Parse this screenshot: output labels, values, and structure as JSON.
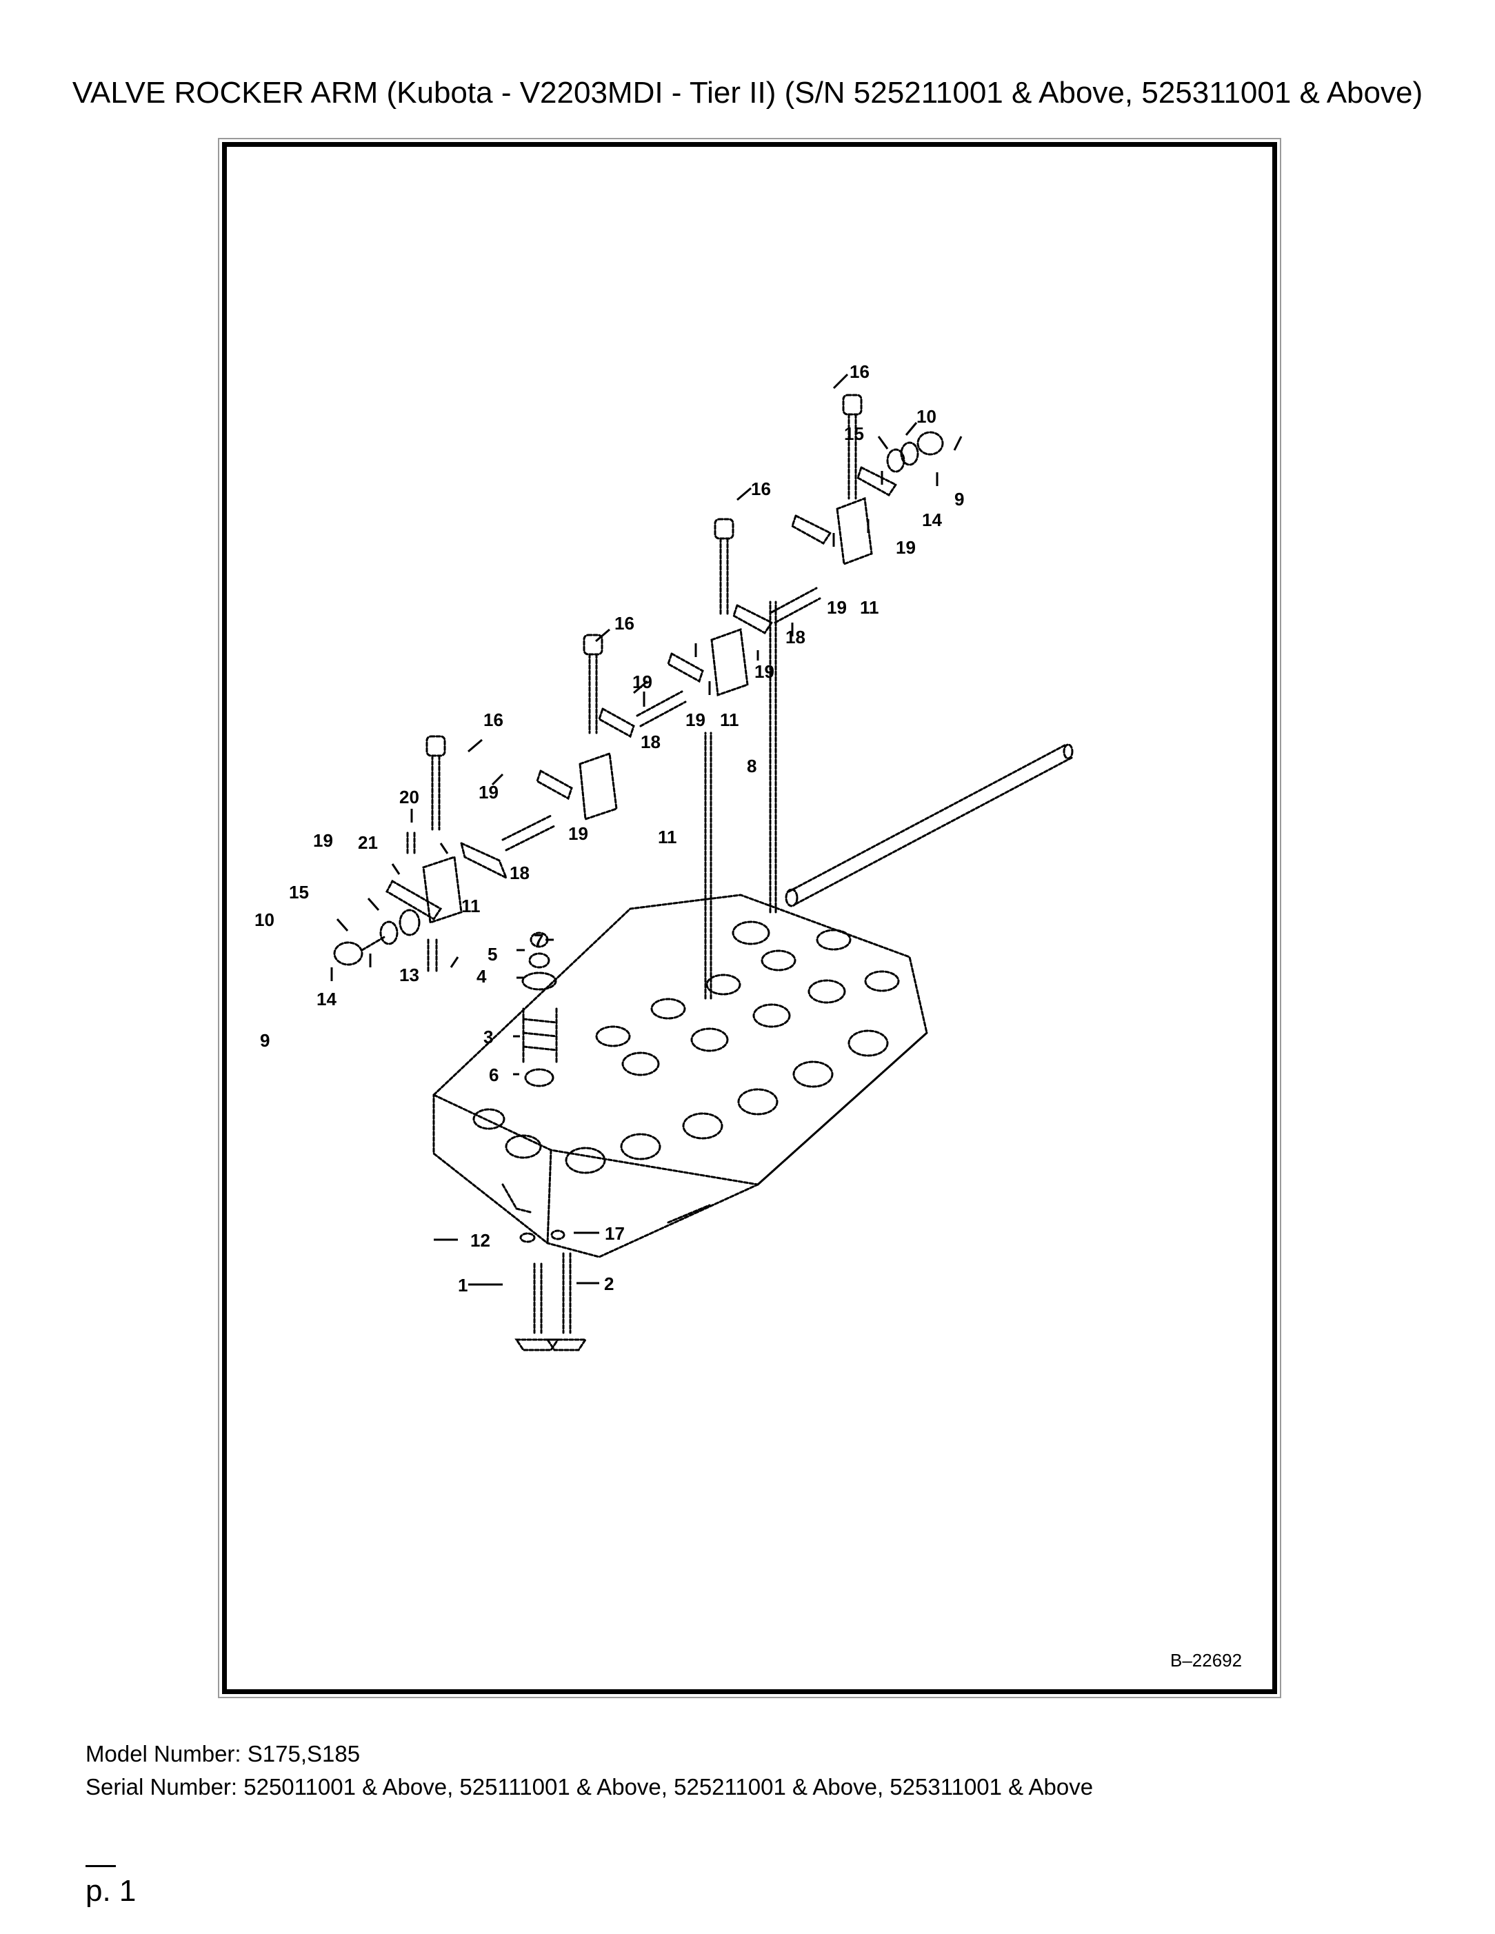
{
  "document": {
    "title": "VALVE ROCKER ARM (Kubota - V2203MDI - Tier II) (S/N 525211001 & Above, 525311001 & Above)",
    "figure_code": "B–22692",
    "model_line": "Model Number: S175,S185",
    "serial_line": "Serial Number: 525011001 & Above, 525111001 & Above, 525211001 & Above, 525311001 & Above",
    "page_label": "p. 1"
  },
  "callouts": {
    "c1": "1",
    "c2": "2",
    "c3": "3",
    "c4": "4",
    "c5": "5",
    "c6": "6",
    "c7": "7",
    "c8": "8",
    "c9": "9",
    "c10": "10",
    "c11": "11",
    "c12": "12",
    "c13": "13",
    "c14": "14",
    "c15": "15",
    "c16": "16",
    "c17": "17",
    "c18": "18",
    "c19": "19",
    "c20": "20",
    "c21": "21"
  }
}
